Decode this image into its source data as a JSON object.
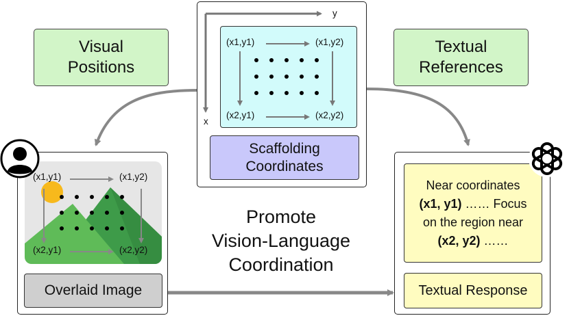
{
  "visual_positions": {
    "line1": "Visual",
    "line2": "Positions"
  },
  "textual_references": {
    "line1": "Textual",
    "line2": "References"
  },
  "scaffold_panel": {
    "axis_y": "y",
    "axis_x": "x",
    "corners": {
      "tl": "(x1,y1)",
      "tr": "(x1,y2)",
      "bl": "(x2,y1)",
      "br": "(x2,y2)"
    },
    "label_line1": "Scaffolding",
    "label_line2": "Coordinates"
  },
  "overlay_panel": {
    "corners": {
      "tl": "(x1,y1)",
      "tr": "(x1,y2)",
      "bl": "(x2,y1)",
      "br": "(x2,y2)"
    },
    "label": "Overlaid Image"
  },
  "center_caption": {
    "line1": "Promote",
    "line2": "Vision-Language",
    "line3": "Coordination"
  },
  "response_panel": {
    "line1": "Near coordinates",
    "line2_bold": "(x1, y1)",
    "line2_rest": " …… Focus",
    "line3": "on the region near",
    "line4_bold": "(x2, y2)",
    "line4_rest": " ……",
    "label": "Textual Response"
  },
  "colors": {
    "green_box": "#d2f5c8",
    "scaffold_grid": "#d2fbfb",
    "scaffold_button": "#c9c8fb",
    "response_box": "#fffcc0",
    "overlay_label": "#cfcfcf",
    "arrow_gray": "#888888"
  },
  "icons": {
    "user": "user-avatar-icon",
    "assistant": "openai-logo-icon"
  }
}
